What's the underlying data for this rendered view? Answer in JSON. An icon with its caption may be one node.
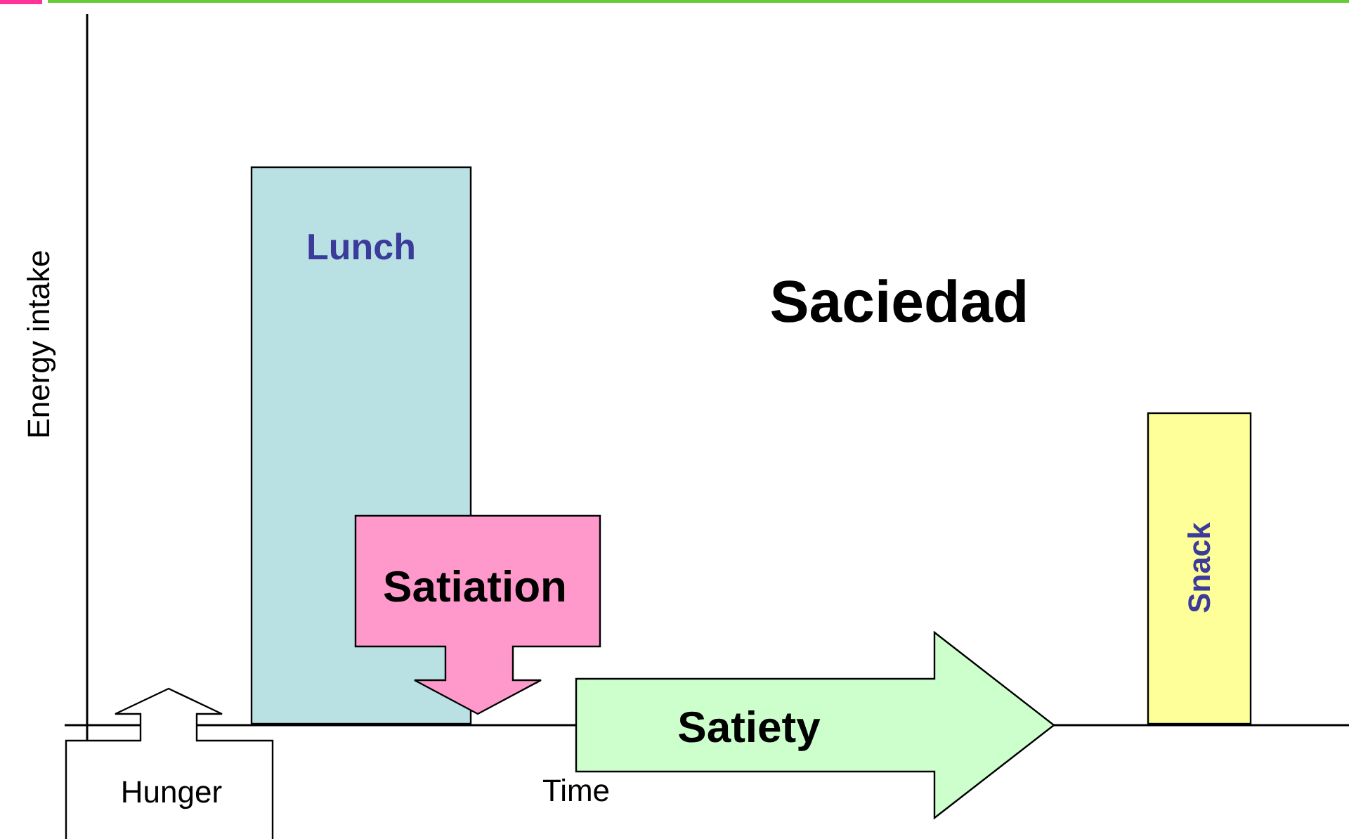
{
  "diagram": {
    "title": "Saciedad",
    "nodes": [
      {
        "text": [
          "Lunch"
        ]
      },
      {
        "text": [
          "Snack"
        ]
      },
      {
        "text": [
          "Satiation"
        ]
      },
      {
        "text": [
          "Satiety"
        ]
      },
      {
        "text": [
          "Hunger"
        ]
      }
    ],
    "edges": [],
    "labels": [
      "Energy intake",
      "Time"
    ]
  }
}
